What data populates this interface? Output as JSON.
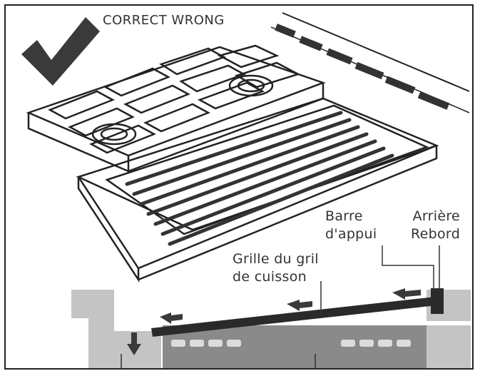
{
  "header": {
    "text": "CORRECT WRONG"
  },
  "labels": {
    "barre_line1": "Barre",
    "barre_line2": "d'appui",
    "arriere_line1": "Arrière",
    "arriere_line2": "Rebord",
    "grille_line1": "Grille du gril",
    "grille_line2": "de cuisson"
  },
  "colors": {
    "ink": "#222222",
    "check": "#3a3a3a",
    "panel_gray": "#c4c4c4",
    "tray_gray": "#8a8a8a",
    "bar_dark": "#2a2a2a"
  }
}
